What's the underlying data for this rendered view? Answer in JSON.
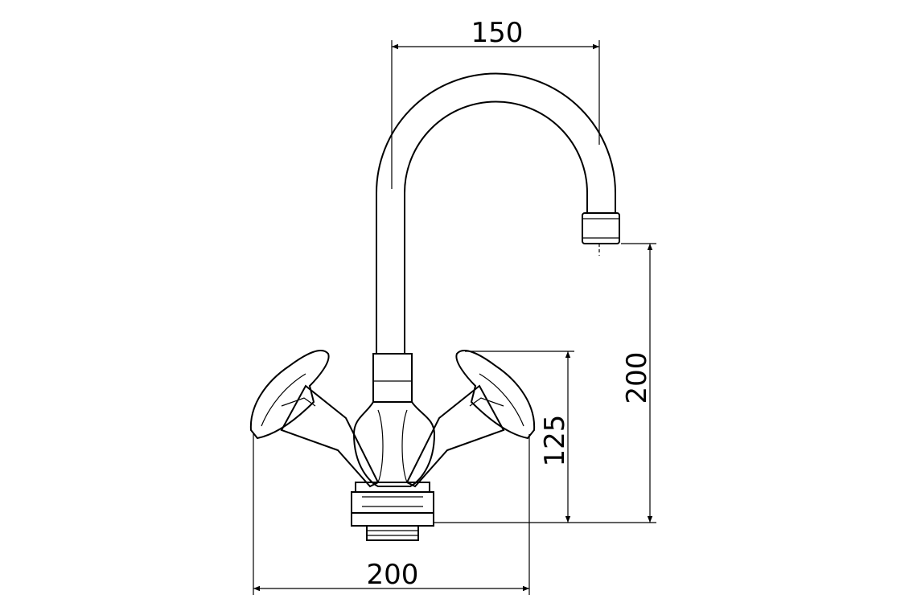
{
  "dimensions": {
    "spout_reach": "150",
    "spout_height": "200",
    "handle_height": "125",
    "handle_span": "200"
  }
}
